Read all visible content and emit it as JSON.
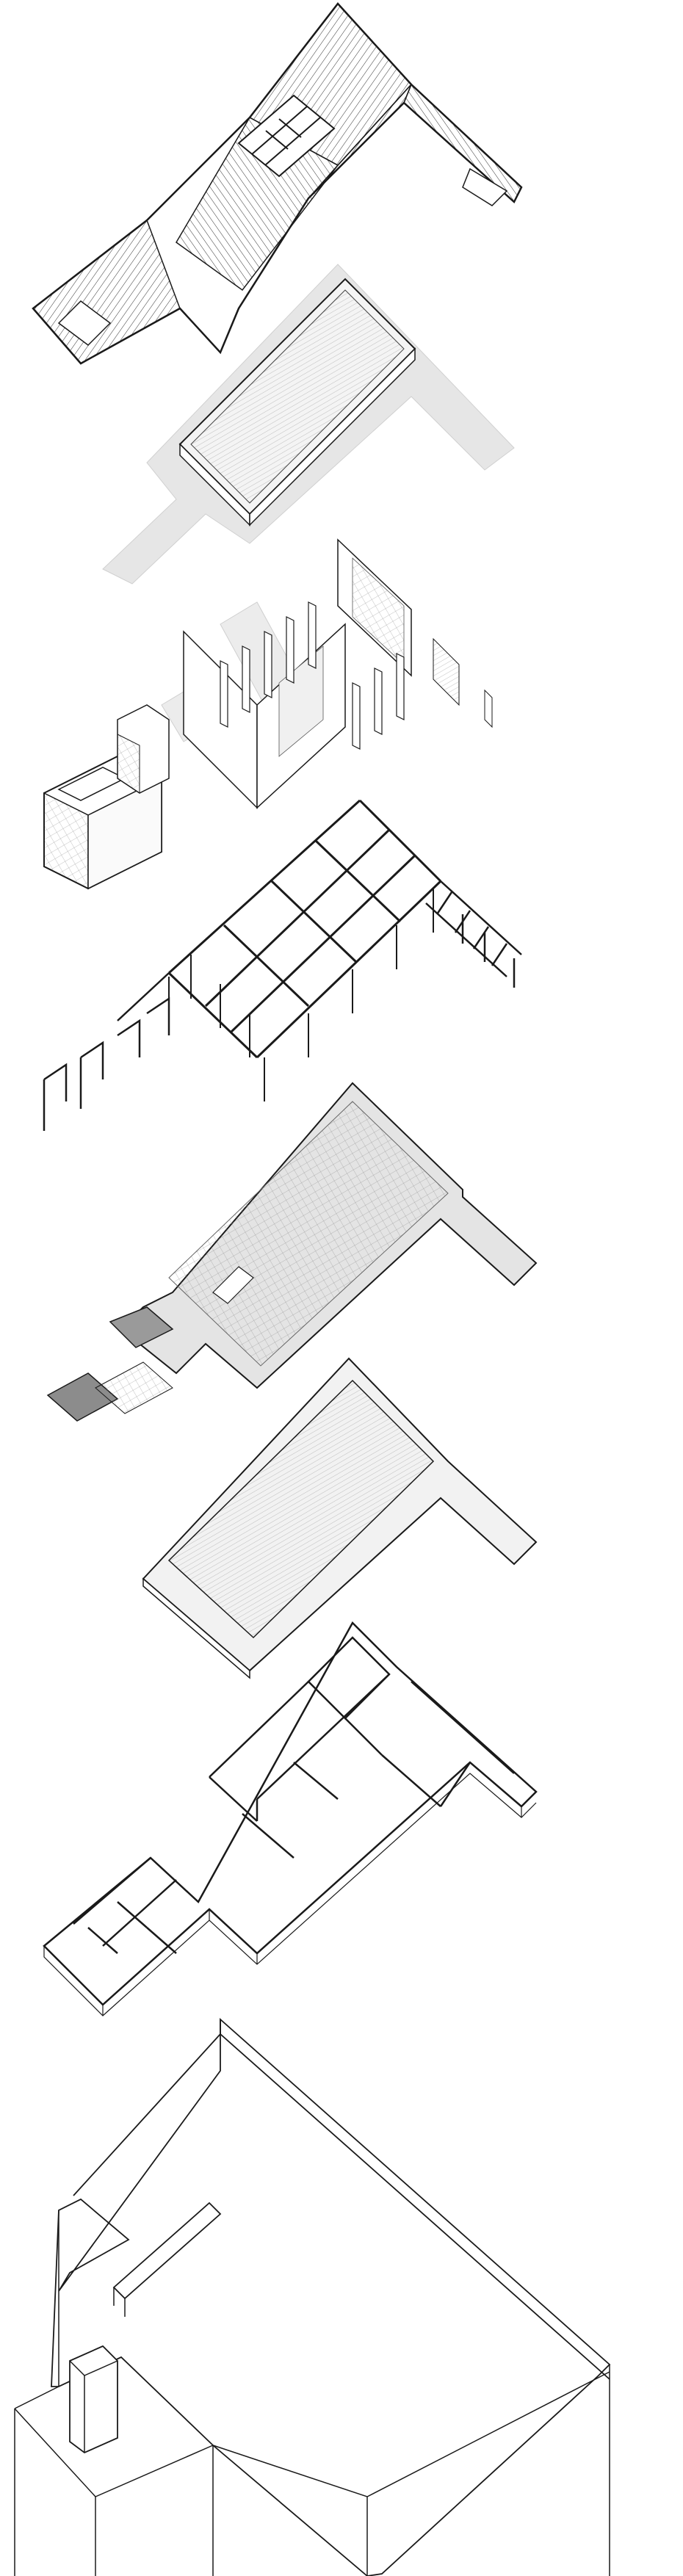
{
  "diagram": {
    "type": "exploded-axonometric",
    "layers": [
      {
        "id": "roof",
        "label": ""
      },
      {
        "id": "ceiling",
        "label": ""
      },
      {
        "id": "walls",
        "label": ""
      },
      {
        "id": "frame",
        "label": ""
      },
      {
        "id": "floor",
        "label": ""
      },
      {
        "id": "slab",
        "label": ""
      },
      {
        "id": "foundation",
        "label": ""
      },
      {
        "id": "site",
        "label": ""
      }
    ],
    "colors": {
      "line": "#1a1a1a",
      "fill": "#ffffff",
      "ghost": "#e6e6e6",
      "ghost_line": "#c8c8c8",
      "dark_fill": "#8c8c8c",
      "mid_fill": "#cfcfcf",
      "light_fill": "#ececec"
    }
  }
}
